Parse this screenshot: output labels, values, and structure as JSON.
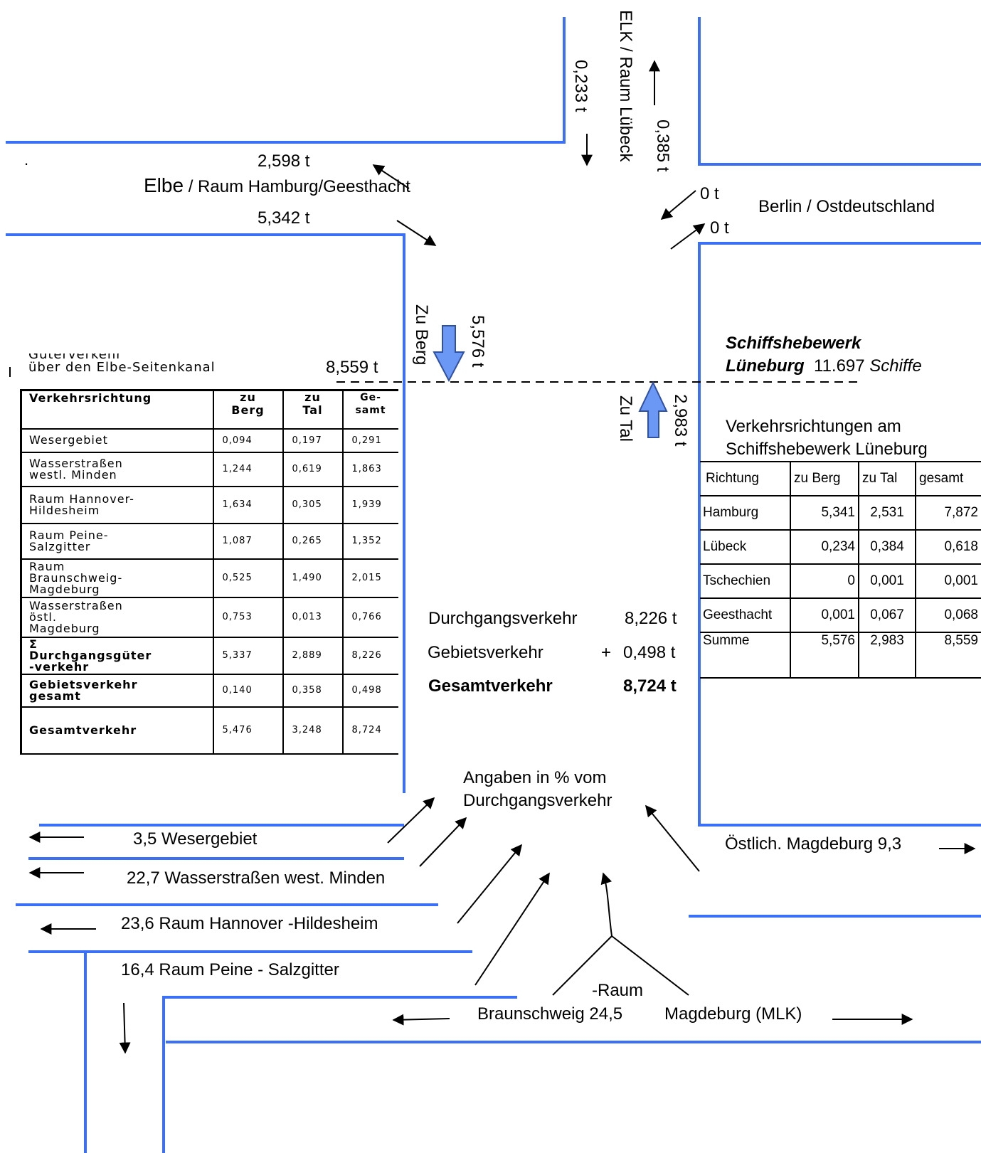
{
  "top": {
    "elk_label": "ELK / Raum Lübeck",
    "elk_down": "0,233 t",
    "elk_up": "0,385 t",
    "elbe_up": "2,598 t",
    "elbe_word": "Elbe",
    "elbe_rest": " / Raum Hamburg/Geesthacht",
    "elbe_down": "5,342 t",
    "berlin_label": "Berlin / Ostdeutschland",
    "berlin_in": "0 t",
    "berlin_out": "0 t",
    "dot": "."
  },
  "center": {
    "zu_berg": "Zu Berg",
    "zu_berg_value": "5,576 t",
    "zu_tal": "Zu Tal",
    "zu_tal_value": "2,983 t",
    "total": "8,559 t"
  },
  "shiplift": {
    "name_line1": "Schiffshebewerk",
    "name_line2": "Lüneburg",
    "count": "11.697",
    "unit": "Schiffe"
  },
  "left_table": {
    "title_line1": "Güterverkehr",
    "title_line2": "über den Elbe-Seitenkanal",
    "headers": [
      "Verkehrsrichtung",
      "zu Berg",
      "zu Tal",
      "Ge-samt"
    ],
    "header_lines": [
      [
        "Verkehrsrichtung"
      ],
      [
        "zu",
        "Berg"
      ],
      [
        "zu",
        "Tal"
      ],
      [
        "Ge-",
        "samt"
      ]
    ],
    "rows": [
      {
        "label": [
          "Wesergebiet"
        ],
        "berg": "0,094",
        "tal": "0,197",
        "gesamt": "0,291"
      },
      {
        "label": [
          "Wasserstraßen",
          "westl. Minden"
        ],
        "berg": "1,244",
        "tal": "0,619",
        "gesamt": "1,863"
      },
      {
        "label": [
          "Raum Hannover-",
          "Hildesheim"
        ],
        "berg": "1,634",
        "tal": "0,305",
        "gesamt": "1,939"
      },
      {
        "label": [
          "Raum Peine-",
          "Salzgitter"
        ],
        "berg": "1,087",
        "tal": "0,265",
        "gesamt": "1,352"
      },
      {
        "label": [
          "Raum",
          "Braunschweig-",
          "Magdeburg"
        ],
        "berg": "0,525",
        "tal": "1,490",
        "gesamt": "2,015"
      },
      {
        "label": [
          "Wasserstraßen",
          "östl.",
          "Magdeburg"
        ],
        "berg": "0,753",
        "tal": "0,013",
        "gesamt": "0,766"
      },
      {
        "label": [
          "Σ",
          "Durchgangsgüter",
          "-verkehr"
        ],
        "berg": "5,337",
        "tal": "2,889",
        "gesamt": "8,226",
        "bold": true
      },
      {
        "label": [
          "Gebietsverkehr",
          "gesamt"
        ],
        "berg": "0,140",
        "tal": "0,358",
        "gesamt": "0,498",
        "bold": true
      },
      {
        "label": [
          "Gesamtverkehr"
        ],
        "berg": "5,476",
        "tal": "3,248",
        "gesamt": "8,724",
        "bold": true
      }
    ]
  },
  "summary": {
    "durchgang_label": "Durchgangsverkehr",
    "durchgang_value": "8,226 t",
    "gebiet_label": "Gebietsverkehr",
    "gebiet_plus": "+",
    "gebiet_value": "0,498 t",
    "gesamt_label": "Gesamtverkehr",
    "gesamt_value": "8,724 t"
  },
  "right_table": {
    "caption_line1": "Verkehrsrichtungen am",
    "caption_line2": "Schiffshebewerk Lüneburg",
    "headers": [
      "Richtung",
      "zu Berg",
      "zu Tal",
      "gesamt"
    ],
    "rows": [
      [
        "Hamburg",
        "5,341",
        "2,531",
        "7,872"
      ],
      [
        "Lübeck",
        "0,234",
        "0,384",
        "0,618"
      ],
      [
        "Tschechien",
        "0",
        "0,001",
        "0,001"
      ],
      [
        "Geesthacht",
        "0,001",
        "0,067",
        "0,068"
      ],
      [
        "Summe",
        "5,576",
        "2,983",
        "8,559"
      ]
    ]
  },
  "bottom": {
    "note_line1": "Angaben in % vom",
    "note_line2": "Durchgangsverkehr",
    "weser": "3,5 Wesergebiet",
    "minden": "22,7  Wasserstraßen west. Minden",
    "hannover": "23,6 Raum Hannover -Hildesheim",
    "peine": "16,4 Raum  Peine - Salzgitter",
    "raum": "-Raum",
    "braunschweig": "Braunschweig  24,5",
    "magdeburg": "Magdeburg (MLK)",
    "oestlich": "Östlich. Magdeburg 9,3"
  },
  "colors": {
    "waterway": "#3b6ff5",
    "arrow_fill": "#6b97f5",
    "arrow_stroke": "#3050a0",
    "line": "#000000"
  }
}
